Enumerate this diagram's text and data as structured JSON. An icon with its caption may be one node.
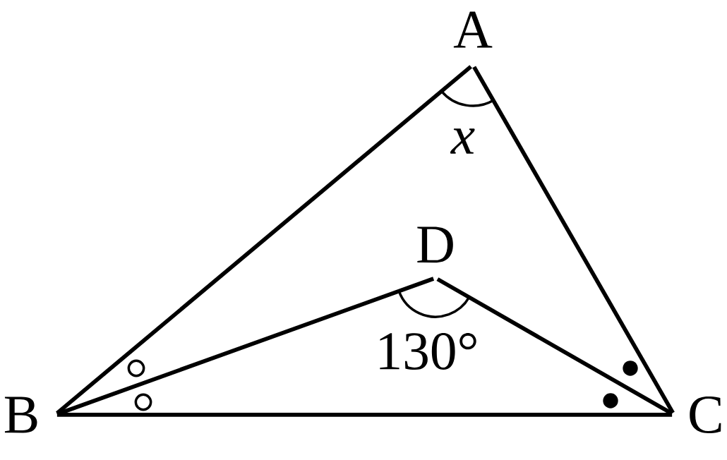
{
  "diagram": {
    "nodes": [
      {
        "text": [
          "A"
        ]
      },
      {
        "text": [
          "B"
        ]
      },
      {
        "text": [
          "C"
        ]
      },
      {
        "text": [
          "D"
        ]
      }
    ],
    "edges": [
      {
        "from": 0,
        "to": 1,
        "arrow": "none"
      },
      {
        "from": 0,
        "to": 2,
        "arrow": "none"
      },
      {
        "from": 1,
        "to": 2,
        "arrow": "none"
      },
      {
        "from": 1,
        "to": 3,
        "arrow": "none"
      },
      {
        "from": 3,
        "to": 2,
        "arrow": "none"
      }
    ],
    "labels": [
      "x",
      "130°"
    ]
  }
}
